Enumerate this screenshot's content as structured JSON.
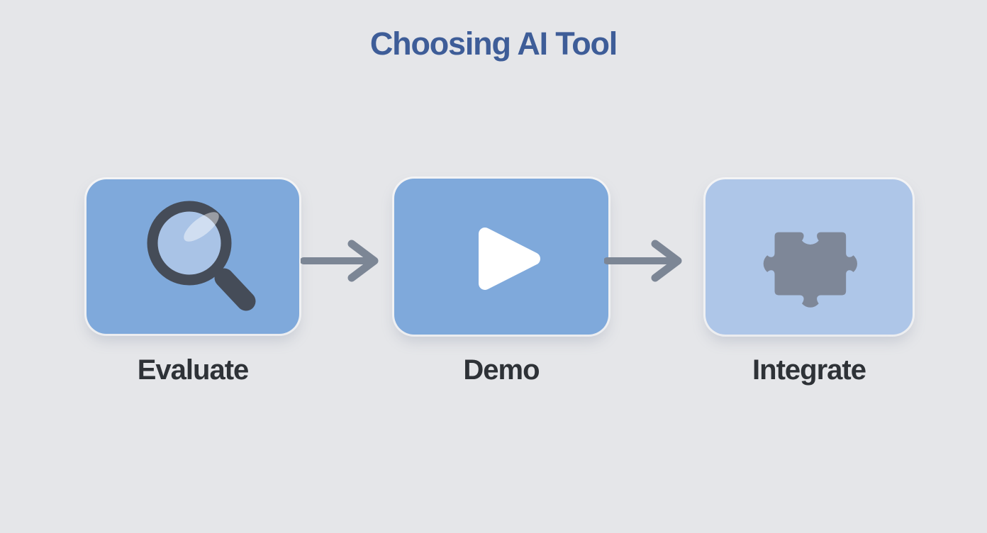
{
  "title": "Choosing AI Tool",
  "steps": [
    {
      "id": "evaluate",
      "label": "Evaluate",
      "icon": "magnifier-icon",
      "box_color": "#7fa9db"
    },
    {
      "id": "demo",
      "label": "Demo",
      "icon": "play-icon",
      "box_color": "#7fa9db"
    },
    {
      "id": "integrate",
      "label": "Integrate",
      "icon": "puzzle-icon",
      "box_color": "#aec6e8"
    }
  ],
  "connectors": [
    {
      "from": "Evaluate",
      "to": "Demo",
      "type": "arrow-right"
    },
    {
      "from": "Demo",
      "to": "Integrate",
      "type": "arrow-right"
    }
  ],
  "colors": {
    "background": "#e5e6e9",
    "title_text": "#3e5d98",
    "step_box_primary": "#7fa9db",
    "step_box_light": "#aec6e8",
    "label_text": "#2e3237",
    "arrow": "#7c8695",
    "icon_dark_slate": "#454c58",
    "icon_gray": "#7e8798",
    "magnifier_lens_fill": "#a9c3e6",
    "play_triangle_fill": "#ffffff"
  }
}
